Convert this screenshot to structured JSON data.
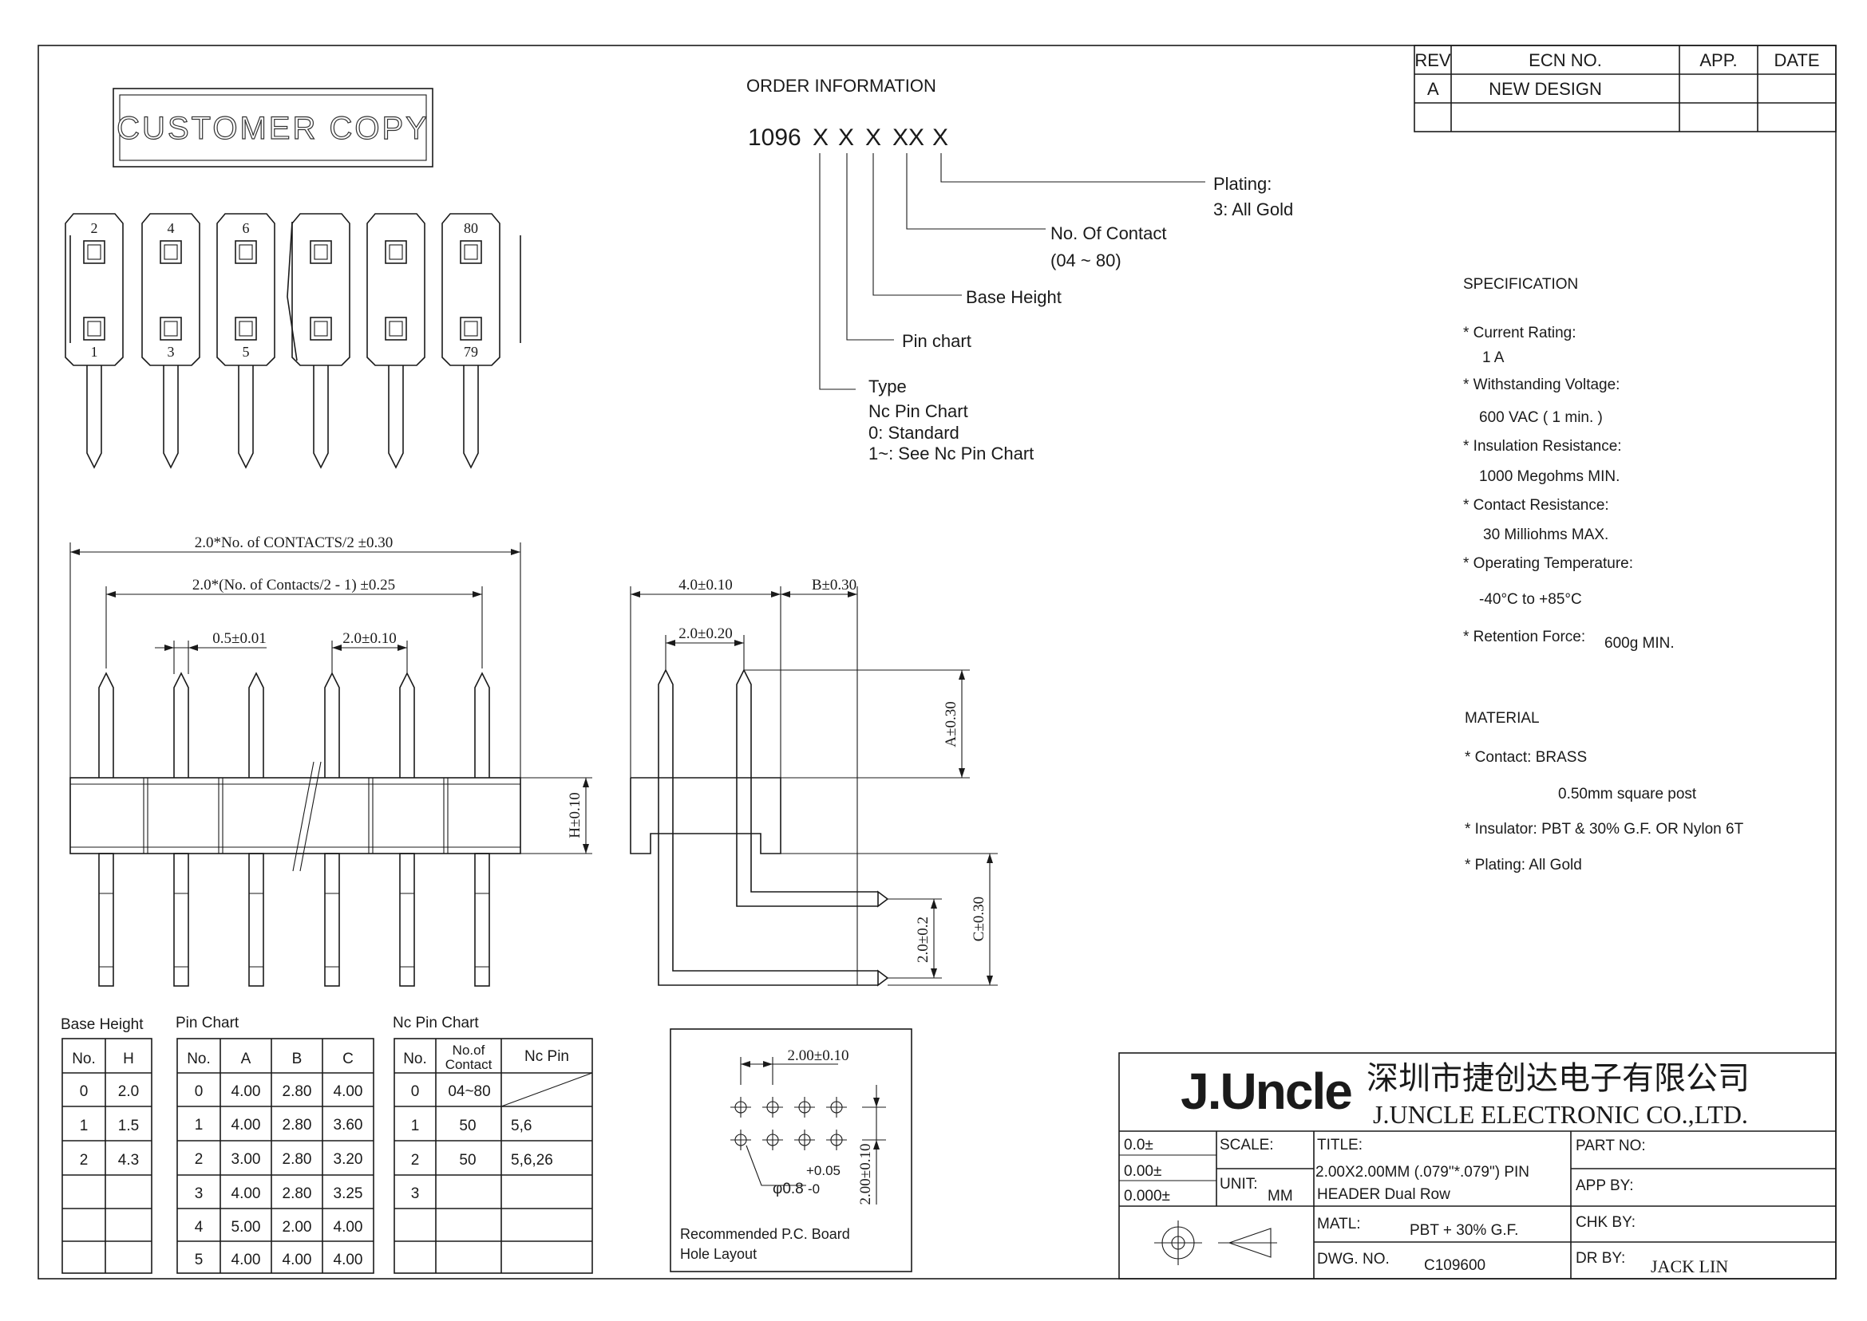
{
  "customer_copy": "CUSTOMER COPY",
  "revision": {
    "headers": [
      "REV",
      "ECN NO.",
      "APP.",
      "DATE"
    ],
    "rows": [
      [
        "A",
        "NEW DESIGN",
        "",
        ""
      ]
    ]
  },
  "order_info": {
    "title": "ORDER INFORMATION",
    "code": [
      "1096",
      "X",
      "X",
      "X",
      "XX",
      "X"
    ],
    "plating_label": "Plating:",
    "plating_value": "3: All Gold",
    "contacts_label": "No. Of Contact",
    "contacts_range": "(04 ~ 80)",
    "base_height": "Base Height",
    "pin_chart": "Pin chart",
    "type": "Type",
    "nc_pin_chart": "Nc Pin Chart",
    "standard": "0: Standard",
    "see_nc": "1~: See Nc Pin Chart"
  },
  "top_view": {
    "pin_labels_top": [
      "2",
      "4",
      "6",
      "80"
    ],
    "pin_labels_bottom": [
      "1",
      "3",
      "5",
      "79"
    ]
  },
  "front_view": {
    "dim_overall": "2.0*No. of CONTACTS/2 ±0.30",
    "dim_span": "2.0*(No. of Contacts/2 - 1) ±0.25",
    "dim_pin": "0.5±0.01",
    "dim_pitch": "2.0±0.10",
    "dim_h": "H±0.10"
  },
  "side_view": {
    "dim_body": "4.0±0.10",
    "dim_b": "B±0.30",
    "dim_pitch": "2.0±0.20",
    "dim_a": "A±0.30",
    "dim_c": "C±0.30",
    "dim_bend": "2.0±0.2"
  },
  "specification": {
    "title": "SPECIFICATION",
    "items": [
      "* Current Rating:",
      "1 A",
      "* Withstanding Voltage:",
      "600 VAC ( 1 min. )",
      "* Insulation Resistance:",
      "1000 Megohms MIN.",
      "* Contact Resistance:",
      "30 Milliohms MAX.",
      "* Operating Temperature:",
      "-40°C to +85°C",
      "* Retention Force:",
      "600g MIN."
    ]
  },
  "material": {
    "title": "MATERIAL",
    "items": [
      "* Contact: BRASS",
      "0.50mm square post",
      "* Insulator: PBT & 30% G.F. OR Nylon 6T",
      "* Plating: All Gold"
    ]
  },
  "base_height_table": {
    "title": "Base Height",
    "headers": [
      "No.",
      "H"
    ],
    "rows": [
      [
        "0",
        "2.0"
      ],
      [
        "1",
        "1.5"
      ],
      [
        "2",
        "4.3"
      ]
    ],
    "empty_rows": 3
  },
  "pin_chart_table": {
    "title": "Pin Chart",
    "headers": [
      "No.",
      "A",
      "B",
      "C"
    ],
    "rows": [
      [
        "0",
        "4.00",
        "2.80",
        "4.00"
      ],
      [
        "1",
        "4.00",
        "2.80",
        "3.60"
      ],
      [
        "2",
        "3.00",
        "2.80",
        "3.20"
      ],
      [
        "3",
        "4.00",
        "2.80",
        "3.25"
      ],
      [
        "4",
        "5.00",
        "2.00",
        "4.00"
      ],
      [
        "5",
        "4.00",
        "4.00",
        "4.00"
      ]
    ]
  },
  "nc_pin_table": {
    "title": "Nc Pin Chart",
    "headers": [
      "No.",
      "No.of",
      "Contact",
      "Nc Pin"
    ],
    "rows": [
      [
        "0",
        "04~80",
        ""
      ],
      [
        "1",
        "50",
        "5,6"
      ],
      [
        "2",
        "50",
        "5,6,26"
      ],
      [
        "3",
        "",
        ""
      ]
    ],
    "empty_rows": 2
  },
  "pcb_layout": {
    "dim_pitch": "2.00±0.10",
    "dim_row": "2.00±0.10",
    "hole_dia": "φ0.8",
    "tol_plus": "+0.05",
    "tol_minus": "-0",
    "caption_1": "Recommended P.C. Board",
    "caption_2": "Hole Layout"
  },
  "title_block": {
    "logo": "J.Uncle",
    "company_cn": "深圳市捷创达电子有限公司",
    "company_en": "J.UNCLE ELECTRONIC CO.,LTD.",
    "tol_1": "0.0±",
    "tol_2": "0.00±",
    "tol_3": "0.000±",
    "scale_label": "SCALE:",
    "unit_label": "UNIT:",
    "unit_value": "MM",
    "title_label": "TITLE:",
    "title_line1": "2.00X2.00MM (.079\"*.079\") PIN",
    "title_line2": "HEADER Dual Row",
    "matl_label": "MATL:",
    "matl_value": "PBT + 30% G.F.",
    "dwg_label": "DWG. NO.",
    "dwg_value": "C109600",
    "part_label": "PART NO:",
    "app_label": "APP BY:",
    "chk_label": "CHK BY:",
    "dr_label": "DR BY:",
    "dr_value": "JACK LIN"
  }
}
